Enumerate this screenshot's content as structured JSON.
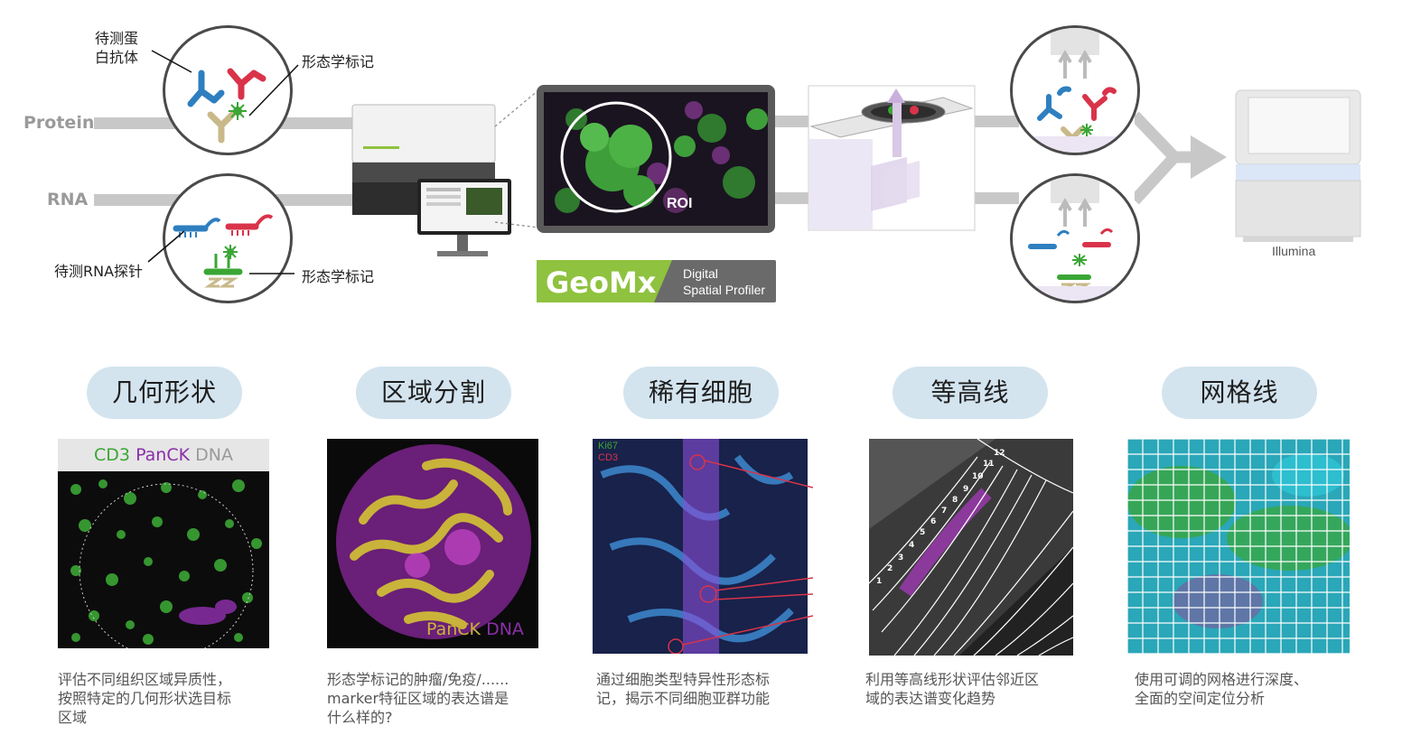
{
  "workflow": {
    "lanes": {
      "protein": "Protein",
      "rna": "RNA"
    },
    "protein_probe": {
      "target_label": "待测蛋\n白抗体",
      "morph_label": "形态学标记"
    },
    "rna_probe": {
      "target_label": "待测RNA探针",
      "morph_label": "形态学标记"
    },
    "roi_label": "ROI",
    "badge": {
      "brand": "GeoMx",
      "line1": "Digital",
      "line2": "Spatial Profiler"
    },
    "sequencer_label": "Illumina"
  },
  "colors": {
    "blue": "#2e7fc0",
    "red": "#d9334a",
    "tan": "#c9b98a",
    "green": "#3ba635",
    "purple": "#8a2fa8",
    "pill": "#d3e4ef",
    "arrow": "#c8c8c8"
  },
  "methods": [
    {
      "title": "几何形状",
      "desc": "评估不同组织区域异质性，\n按照特定的几何形状选目标\n区域",
      "legend": [
        "CD3",
        "PanCK",
        "DNA"
      ]
    },
    {
      "title": "区域分割",
      "desc": "形态学标记的肿瘤/免疫/......\nmarker特征区域的表达谱是\n什么样的?",
      "legend": [
        "PanCK",
        "DNA"
      ]
    },
    {
      "title": "稀有细胞",
      "desc": "通过细胞类型特异性形态标\n记，揭示不同细胞亚群功能",
      "legend": [
        "Ki67",
        "CD3"
      ]
    },
    {
      "title": "等高线",
      "desc": "利用等高线形状评估邻近区\n域的表达谱变化趋势",
      "contour_numbers": [
        "1",
        "2",
        "3",
        "4",
        "5",
        "6",
        "7",
        "8",
        "9",
        "10",
        "11",
        "12"
      ]
    },
    {
      "title": "网格线",
      "desc": "使用可调的网格进行深度、\n全面的空间定位分析"
    }
  ]
}
